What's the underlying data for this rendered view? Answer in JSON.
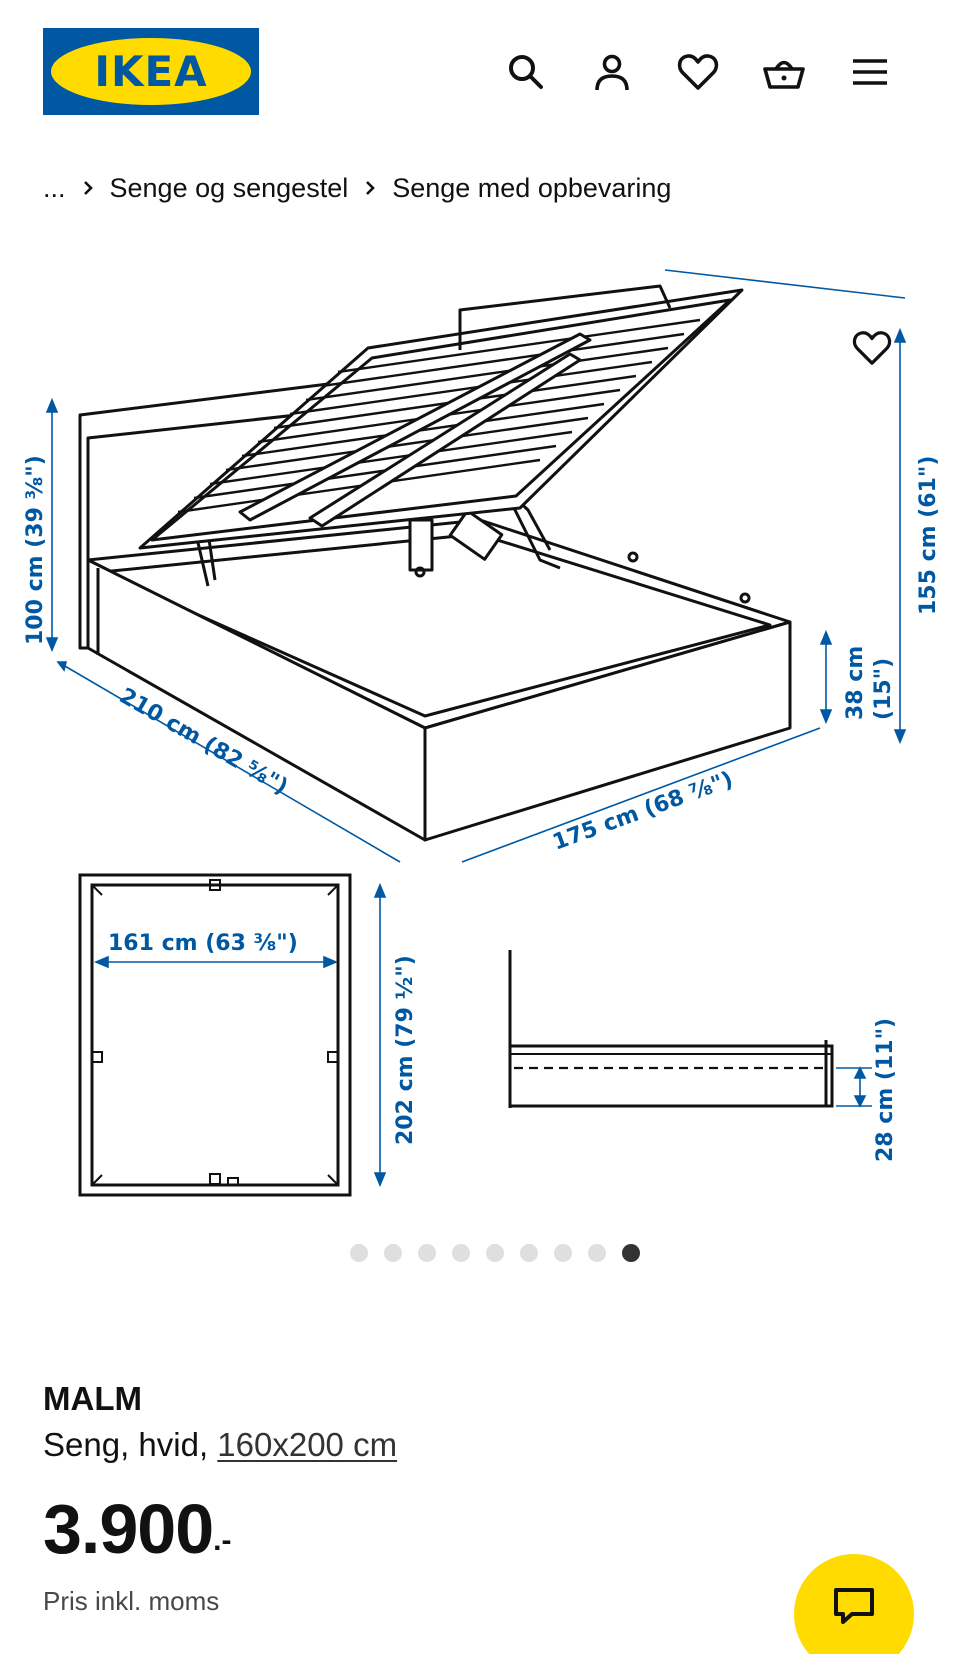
{
  "header": {
    "logo_text": "IKEA",
    "icons": [
      "search-icon",
      "account-icon",
      "heart-icon",
      "basket-icon",
      "menu-icon"
    ]
  },
  "breadcrumb": {
    "ellipsis": "...",
    "items": [
      "Senge og sengestel",
      "Senge med opbevaring"
    ]
  },
  "gallery": {
    "dimensions": {
      "height_headboard": "100 cm (39 ⅜\")",
      "length": "210 cm (82 ⅝\")",
      "width": "175 cm (68 ⅞\")",
      "height_open": "155 cm (61\")",
      "height_frame_cm": "38 cm",
      "height_frame_in": "(15\")",
      "inner_width": "161 cm (63 ⅜\")",
      "inner_length": "202 cm (79 ½\")",
      "underbed_height": "28 cm (11\")"
    },
    "total_images": 9,
    "active_index": 8
  },
  "product": {
    "name": "MALM",
    "description": "Seng, hvid,",
    "size": "160x200 cm",
    "price": "3.900",
    "price_suffix": ".-",
    "price_note": "Pris inkl. moms"
  },
  "colors": {
    "ikea_blue": "#0058a3",
    "ikea_yellow": "#ffdb00",
    "dimension_blue": "#0058a3"
  }
}
